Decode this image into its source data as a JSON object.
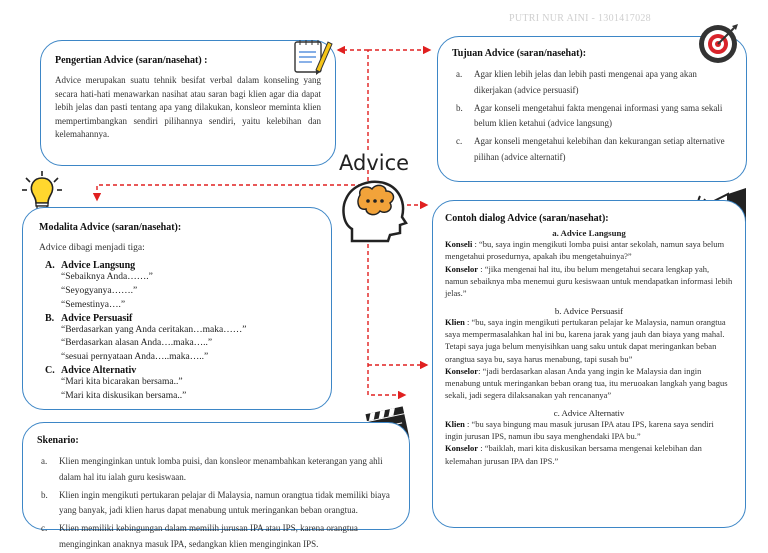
{
  "author": "PUTRI NUR AINI - 1301417028",
  "center_title": "Advice",
  "pengertian": {
    "title": "Pengertian Advice (saran/nasehat) :",
    "body": "Advice merupakan suatu tehnik besifat verbal dalam konseling yang secara hati-hati menawarkan nasihat atau saran bagi klien agar dia dapat lebih jelas dan pasti tentang apa yang dilakukan, konsleor meminta klien mempertimbangkan sendiri pilihannya sendiri, yaitu kelebihan dan kelemahannya."
  },
  "tujuan": {
    "title": "Tujuan Advice (saran/nasehat):",
    "items": [
      {
        "mark": "a.",
        "text": "Agar klien lebih jelas dan lebih pasti mengenai apa yang akan dikerjakan (advice persuasif)"
      },
      {
        "mark": "b.",
        "text": "Agar konseli mengetahui fakta mengenai informasi yang sama sekali belum klien ketahui (advice langsung)"
      },
      {
        "mark": "c.",
        "text": "Agar konseli mengetahui kelebihan dan kekurangan setiap alternative pilihan (advice alternatif)"
      }
    ]
  },
  "modalita": {
    "title": "Modalita Advice (saran/nasehat):",
    "intro": "Advice dibagi menjadi tiga:",
    "sections": [
      {
        "mark": "A.",
        "title": "Advice Langsung",
        "quotes": [
          "“Sebaiknya Anda…….”",
          "“Seyogyanya…….”",
          "“Semestinya….”"
        ]
      },
      {
        "mark": "B.",
        "title": "Advice Persuasif",
        "quotes": [
          "“Berdasarkan yang Anda ceritakan…maka……”",
          "“Berdasarkan alasan Anda….maka…..”",
          "“sesuai pernyataan Anda…..maka…..”"
        ]
      },
      {
        "mark": "C.",
        "title": "Advice Alternativ",
        "quotes": [
          "“Mari kita bicarakan bersama..”",
          "“Mari kita diskusikan bersama..”"
        ]
      }
    ]
  },
  "contoh": {
    "title": "Contoh dialog Advice (saran/nasehat):",
    "blocks": [
      {
        "heading": "a.     Advice Langsung",
        "lines": [
          {
            "speaker": "Konseli",
            "sep": "   : ",
            "text": "“bu, saya ingin mengikuti lomba puisi antar sekolah, namun saya belum mengetahui prosedurnya, apakah ibu mengetahuinya?”"
          },
          {
            "speaker": "Konselor",
            "sep": " : ",
            "text": "“jika mengenai hal itu, ibu belum mengetahui secara lengkap yah, namun sebaiknya mba menemui guru kesiswaan untuk mendapatkan informasi lebih jelas.”"
          }
        ]
      },
      {
        "heading": "b.     Advice Persuasif",
        "lines": [
          {
            "speaker": "Klien",
            "sep": "       : ",
            "text": "“bu, saya ingin mengikuti pertukaran pelajar ke Malaysia, namun orangtua saya mempermasalahkan hal ini bu, karena jarak yang jauh dan biaya yang mahal. Tetapi saya juga belum menyisihkan uang saku untuk dapat meringankan beban orangtua saya bu, saya harus menabung, tapi susah bu”"
          },
          {
            "speaker": "Konselor",
            "sep": ": ",
            "text": "“jadi berdasarkan alasan Anda yang ingin ke Malaysia dan ingin menabung untuk meringankan beban orang tua, itu meruoakan langkah yang bagus sekali, jadi segera dilaksanakan yah rencananya”"
          }
        ]
      },
      {
        "heading": "c.     Advice Alternativ",
        "lines": [
          {
            "speaker": "Klien",
            "sep": "       : ",
            "text": "“bu saya bingung mau masuk jurusan IPA atau IPS, karena saya sendiri ingin jurusan IPS, namun ibu saya menghendaki IPA bu.”"
          },
          {
            "speaker": "Konselor",
            "sep": " : ",
            "text": "“baiklah, mari kita diskusikan bersama mengenai kelebihan dan kelemahan jurusan IPA dan IPS.”"
          }
        ]
      }
    ]
  },
  "skenario": {
    "title": "Skenario:",
    "items": [
      {
        "mark": "a.",
        "text": "Klien menginginkan untuk lomba puisi, dan konsleor menambahkan keterangan yang ahli dalam hal itu ialah guru kesiswaan."
      },
      {
        "mark": "b.",
        "text": "Klien ingin mengikuti pertukaran pelajar di Malaysia, namun orangtua tidak memiliki biaya yang banyak, jadi klien harus dapat menabung untuk meringankan beban orangtua."
      },
      {
        "mark": "c.",
        "text": "Klien memiliki kebingungan dalam memilih jurusan IPA atau IPS, karena orangtua menginginkan anaknya masuk IPA, sedangkan klien menginginkan IPS."
      }
    ]
  }
}
